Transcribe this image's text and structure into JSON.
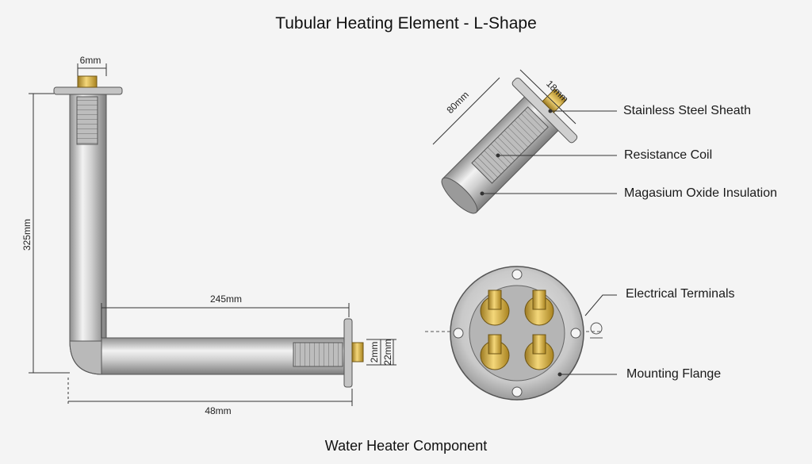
{
  "title": "Tubular Heating Element - L-Shape",
  "subtitle": "Water Heater Component",
  "dimensions": {
    "top_width": "6mm",
    "height": "325mm",
    "horizontal_inner": "245mm",
    "horizontal_total": "48mm",
    "terminal_small": "2mm",
    "flange_height": "22mm",
    "detail_length": "80mm",
    "detail_width": "18mm"
  },
  "callouts": {
    "sheath": "Stainless Steel Sheath",
    "coil": "Resistance Coil",
    "insulation": "Magasium Oxide Insulation",
    "terminals": "Electrical Terminals",
    "flange": "Mounting Flange"
  },
  "colors": {
    "background": "#f4f4f4",
    "steel_light": "#e6e6e6",
    "steel_dark": "#8f8f8f",
    "brass": "#d9b24a",
    "line": "#333333"
  }
}
